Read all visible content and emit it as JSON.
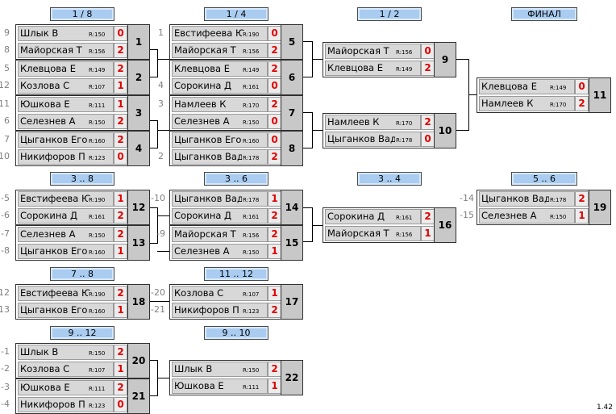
{
  "headers": {
    "r1": "1 / 8",
    "r2": "1 / 4",
    "r3": "1 / 2",
    "final": "ФИНАЛ",
    "p3_8": "3 .. 8",
    "p3_6": "3 .. 6",
    "p3_4": "3 .. 4",
    "p5_6": "5 .. 6",
    "p7_8": "7 .. 8",
    "p11_12": "11 .. 12",
    "p9_12": "9 .. 12",
    "p9_10": "9 .. 10"
  },
  "matches": {
    "m1": {
      "num": "1",
      "p1": {
        "seed": "9",
        "name": "Шлык В",
        "rating": "R:150",
        "score": "0"
      },
      "p2": {
        "seed": "8",
        "name": "Майорская Т",
        "rating": "R:156",
        "score": "2"
      }
    },
    "m2": {
      "num": "2",
      "p1": {
        "seed": "5",
        "name": "Клевцова Е",
        "rating": "R:149",
        "score": "2"
      },
      "p2": {
        "seed": "12",
        "name": "Козлова С",
        "rating": "R:107",
        "score": "1"
      }
    },
    "m3": {
      "num": "3",
      "p1": {
        "seed": "11",
        "name": "Юшкова Е",
        "rating": "R:111",
        "score": "1"
      },
      "p2": {
        "seed": "6",
        "name": "Селезнев А",
        "rating": "R:150",
        "score": "2"
      }
    },
    "m4": {
      "num": "4",
      "p1": {
        "seed": "7",
        "name": "Цыганков Егор",
        "rating": "R:160",
        "score": "2"
      },
      "p2": {
        "seed": "10",
        "name": "Никифоров П",
        "rating": "R:123",
        "score": "0"
      }
    },
    "m5": {
      "num": "5",
      "p1": {
        "seed": "1",
        "name": "Евстифеева Ю",
        "rating": "R:190",
        "score": "0"
      },
      "p2": {
        "seed": "",
        "name": "Майорская Т",
        "rating": "R:156",
        "score": "2"
      }
    },
    "m6": {
      "num": "6",
      "p1": {
        "seed": "",
        "name": "Клевцова Е",
        "rating": "R:149",
        "score": "2"
      },
      "p2": {
        "seed": "4",
        "name": "Сорокина Д",
        "rating": "R:161",
        "score": "0"
      }
    },
    "m7": {
      "num": "7",
      "p1": {
        "seed": "3",
        "name": "Намлеев К",
        "rating": "R:170",
        "score": "2"
      },
      "p2": {
        "seed": "",
        "name": "Селезнев А",
        "rating": "R:150",
        "score": "0"
      }
    },
    "m8": {
      "num": "8",
      "p1": {
        "seed": "",
        "name": "Цыганков Егор",
        "rating": "R:160",
        "score": "0"
      },
      "p2": {
        "seed": "2",
        "name": "Цыганков Вадим",
        "rating": "R:178",
        "score": "2"
      }
    },
    "m9": {
      "num": "9",
      "p1": {
        "seed": "",
        "name": "Майорская Т",
        "rating": "R:156",
        "score": "0"
      },
      "p2": {
        "seed": "",
        "name": "Клевцова Е",
        "rating": "R:149",
        "score": "2"
      }
    },
    "m10": {
      "num": "10",
      "p1": {
        "seed": "",
        "name": "Намлеев К",
        "rating": "R:170",
        "score": "2"
      },
      "p2": {
        "seed": "",
        "name": "Цыганков Вадим",
        "rating": "R:178",
        "score": "0"
      }
    },
    "m11": {
      "num": "11",
      "p1": {
        "seed": "",
        "name": "Клевцова Е",
        "rating": "R:149",
        "score": "0"
      },
      "p2": {
        "seed": "",
        "name": "Намлеев К",
        "rating": "R:170",
        "score": "2"
      }
    },
    "m12": {
      "num": "12",
      "p1": {
        "seed": "-5",
        "name": "Евстифеева Ю",
        "rating": "R:190",
        "score": "1"
      },
      "p2": {
        "seed": "-6",
        "name": "Сорокина Д",
        "rating": "R:161",
        "score": "2"
      }
    },
    "m13": {
      "num": "13",
      "p1": {
        "seed": "-7",
        "name": "Селезнев А",
        "rating": "R:150",
        "score": "2"
      },
      "p2": {
        "seed": "-8",
        "name": "Цыганков Егор",
        "rating": "R:160",
        "score": "1"
      }
    },
    "m14": {
      "num": "14",
      "p1": {
        "seed": "-10",
        "name": "Цыганков Вадим",
        "rating": "R:178",
        "score": "1"
      },
      "p2": {
        "seed": "",
        "name": "Сорокина Д",
        "rating": "R:161",
        "score": "2"
      }
    },
    "m15": {
      "num": "15",
      "p1": {
        "seed": "-9",
        "name": "Майорская Т",
        "rating": "R:156",
        "score": "2"
      },
      "p2": {
        "seed": "",
        "name": "Селезнев А",
        "rating": "R:150",
        "score": "1"
      }
    },
    "m16": {
      "num": "16",
      "p1": {
        "seed": "",
        "name": "Сорокина Д",
        "rating": "R:161",
        "score": "2"
      },
      "p2": {
        "seed": "",
        "name": "Майорская Т",
        "rating": "R:156",
        "score": "1"
      }
    },
    "m17": {
      "num": "17",
      "p1": {
        "seed": "-20",
        "name": "Козлова С",
        "rating": "R:107",
        "score": "1"
      },
      "p2": {
        "seed": "-21",
        "name": "Никифоров П",
        "rating": "R:123",
        "score": "2"
      }
    },
    "m18": {
      "num": "18",
      "p1": {
        "seed": "-12",
        "name": "Евстифеева Ю",
        "rating": "R:190",
        "score": "2"
      },
      "p2": {
        "seed": "-13",
        "name": "Цыганков Егор",
        "rating": "R:160",
        "score": "1"
      }
    },
    "m19": {
      "num": "19",
      "p1": {
        "seed": "-14",
        "name": "Цыганков Вадим",
        "rating": "R:178",
        "score": "2"
      },
      "p2": {
        "seed": "-15",
        "name": "Селезнев А",
        "rating": "R:150",
        "score": "1"
      }
    },
    "m20": {
      "num": "20",
      "p1": {
        "seed": "-1",
        "name": "Шлык В",
        "rating": "R:150",
        "score": "2"
      },
      "p2": {
        "seed": "-2",
        "name": "Козлова С",
        "rating": "R:107",
        "score": "1"
      }
    },
    "m21": {
      "num": "21",
      "p1": {
        "seed": "-3",
        "name": "Юшкова Е",
        "rating": "R:111",
        "score": "2"
      },
      "p2": {
        "seed": "-4",
        "name": "Никифоров П",
        "rating": "R:123",
        "score": "0"
      }
    },
    "m22": {
      "num": "22",
      "p1": {
        "seed": "",
        "name": "Шлык В",
        "rating": "R:150",
        "score": "2"
      },
      "p2": {
        "seed": "",
        "name": "Юшкова Е",
        "rating": "R:111",
        "score": "1"
      }
    }
  },
  "version": "1.42"
}
